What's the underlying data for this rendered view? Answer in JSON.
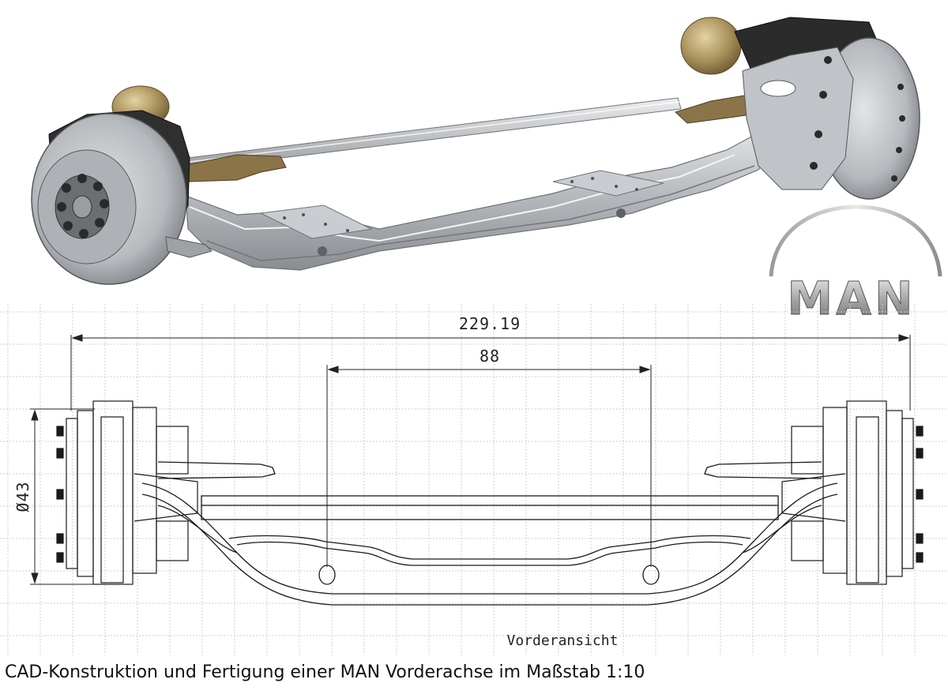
{
  "drawing": {
    "dimension_overall": "229.19",
    "dimension_inner": "88",
    "dimension_diameter": "Ø43",
    "view_label": "Vorderansicht"
  },
  "logo": {
    "text": "MAN"
  },
  "caption": "CAD-Konstruktion und Fertigung einer MAN Vorderachse im Maßstab 1:10",
  "colors": {
    "axle_gray": "#b9bcc0",
    "brake_dark": "#2b2b2b",
    "arm_bronze": "#8a7448",
    "grid": "#cfcfcf"
  }
}
